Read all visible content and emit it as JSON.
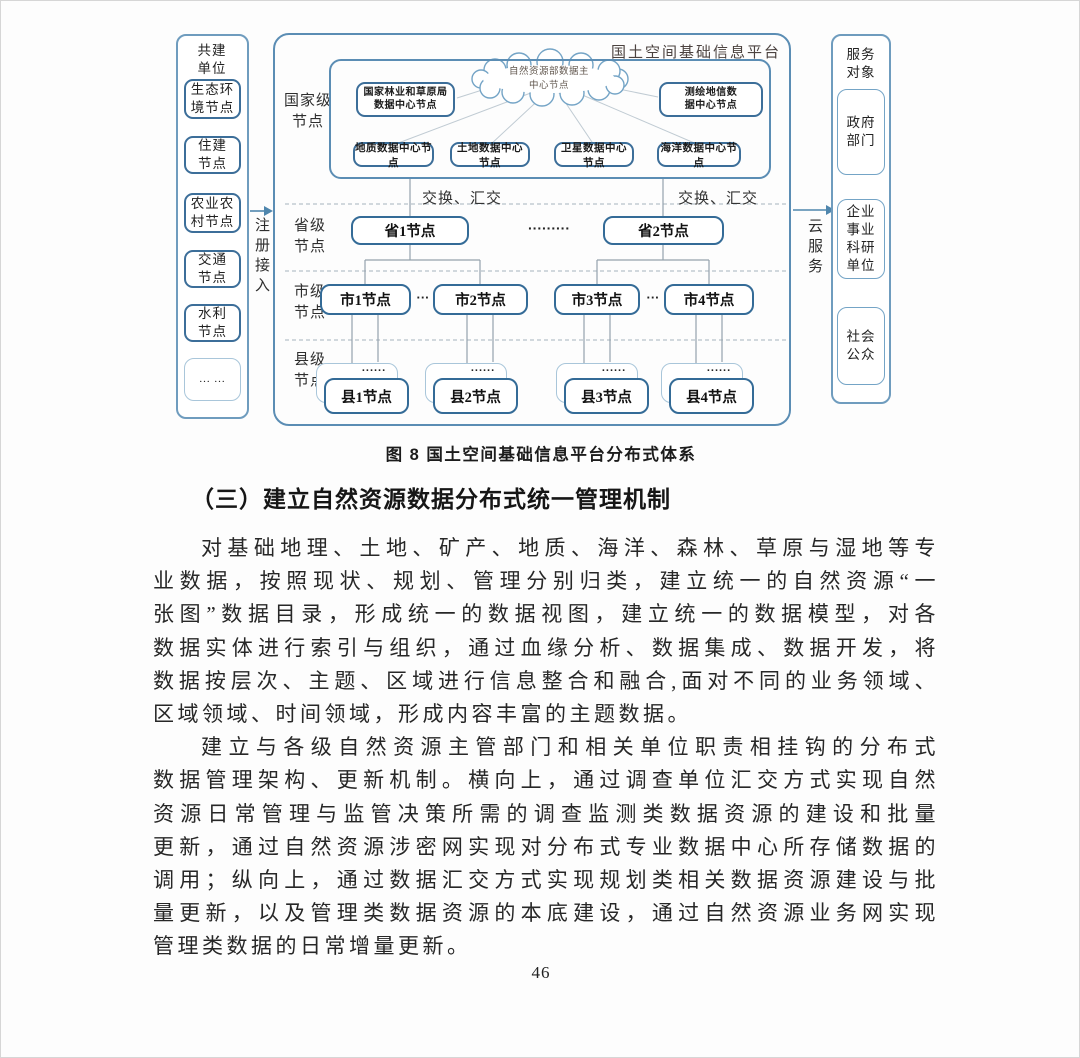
{
  "colors": {
    "frame_border": "#5b8db4",
    "node_border": "#3c6e99",
    "strong_node_border": "#346b97",
    "shadow_node_border": "#a9c6da",
    "dashed_line": "#b7c1ca",
    "connector_line": "#95a2ad",
    "arrow": "#4f86ad",
    "text": "#262626"
  },
  "figure": {
    "platform_title": "国土空间基础信息平台",
    "caption": "图 8  国土空间基础信息平台分布式体系",
    "register_arrow_label": "注册接入",
    "cloud_service_label": "云服务",
    "exchange_label": "交换、汇交",
    "co_build_units": {
      "title": "共建\n单位",
      "nodes": [
        "生态环\n境节点",
        "住建\n节点",
        "农业农\n村节点",
        "交通\n节点",
        "水利\n节点",
        "... ..."
      ]
    },
    "service_targets": {
      "title": "服务\n对象",
      "nodes": [
        "政府\n部门",
        "企业\n事业\n科研\n单位",
        "社会\n公众"
      ]
    },
    "levels": {
      "national": "国家级\n节点",
      "provincial": "省级\n节点",
      "municipal": "市级\n节点",
      "county": "县级\n节点"
    },
    "national_nodes": {
      "cloud": "自然资源部数据主\n中心节点",
      "forestry": "国家林业和草原局\n数据中心节点",
      "surveying": "测绘地信数\n据中心节点",
      "geology": "地质数据中心节点",
      "land": "土地数据中心节点",
      "satellite": "卫星数据中心节点",
      "ocean": "海洋数据中心节点"
    },
    "provincial_nodes": [
      "省1节点",
      "省2节点"
    ],
    "provincial_ellipsis": "·········",
    "municipal_nodes": [
      "市1节点",
      "市2节点",
      "市3节点",
      "市4节点"
    ],
    "municipal_ellipsis": "···",
    "county_nodes": [
      "县1节点",
      "县2节点",
      "县3节点",
      "县4节点"
    ],
    "county_ellipsis": "......"
  },
  "section": {
    "heading": "（三）建立自然资源数据分布式统一管理机制"
  },
  "body": {
    "lines": [
      "对基础地理、土地、矿产、地质、海洋、森林、草原与湿地等专",
      "业数据，按照现状、规划、管理分别归类，建立统一的自然资源“一",
      "张图”数据目录，形成统一的数据视图，建立统一的数据模型，对各",
      "数据实体进行索引与组织，通过血缘分析、数据集成、数据开发，将",
      "数据按层次、主题、区域进行信息整合和融合,面对不同的业务领域、",
      "区域领域、时间领域，形成内容丰富的主题数据。",
      "建立与各级自然资源主管部门和相关单位职责相挂钩的分布式",
      "数据管理架构、更新机制。横向上，通过调查单位汇交方式实现自然",
      "资源日常管理与监管决策所需的调查监测类数据资源的建设和批量",
      "更新，通过自然资源涉密网实现对分布式专业数据中心所存储数据的",
      "调用；纵向上，通过数据汇交方式实现规划类相关数据资源建设与批",
      "量更新，以及管理类数据资源的本底建设，通过自然资源业务网实现",
      "管理类数据的日常增量更新。"
    ]
  },
  "page": {
    "number": "46"
  }
}
